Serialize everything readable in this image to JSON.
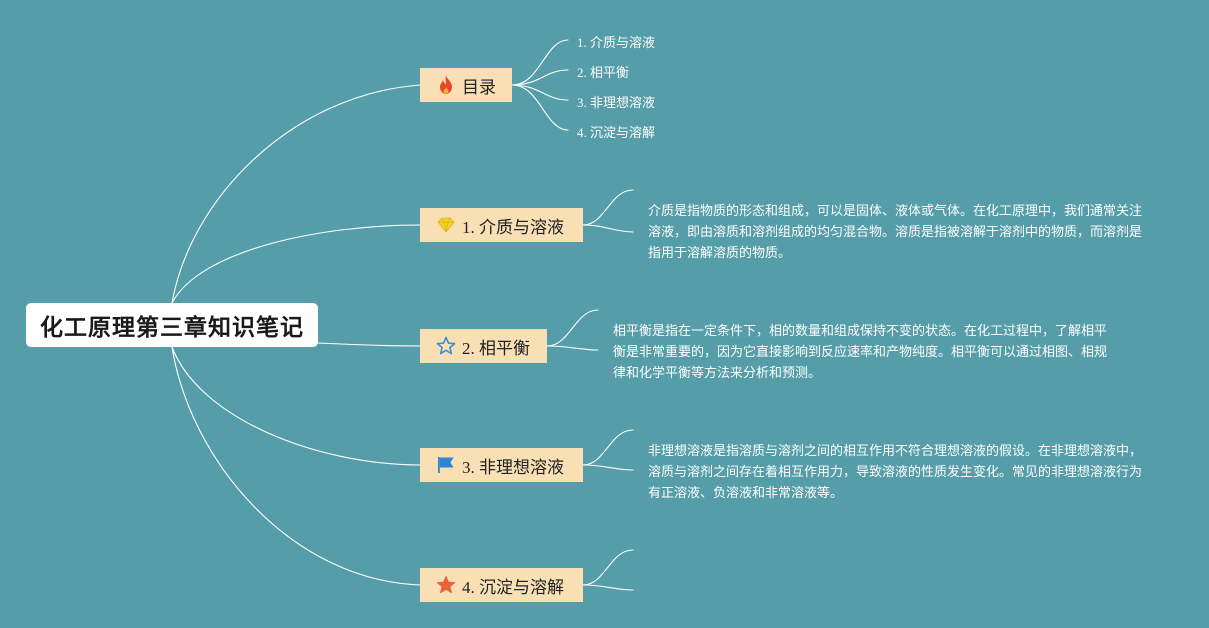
{
  "root": {
    "title": "化工原理第三章知识笔记"
  },
  "topics": [
    {
      "label": "目录",
      "icon": "fire-icon",
      "icon_color": "#e8452a"
    },
    {
      "label": "1. 介质与溶液",
      "icon": "diamond-icon",
      "icon_color": "#f5d327"
    },
    {
      "label": "2. 相平衡",
      "icon": "star-outline-icon",
      "icon_color": "#3b8fd6"
    },
    {
      "label": "3. 非理想溶液",
      "icon": "flag-icon",
      "icon_color": "#2c86d6"
    },
    {
      "label": "4. 沉淀与溶解",
      "icon": "star-icon",
      "icon_color": "#e8623a"
    }
  ],
  "toc": [
    "1. 介质与溶液",
    "2. 相平衡",
    "3. 非理想溶液",
    "4. 沉淀与溶解"
  ],
  "notes": {
    "medium": "介质是指物质的形态和组成，可以是固体、液体或气体。在化工原理中，我们通常关注溶液，即由溶质和溶剂组成的均匀混合物。溶质是指被溶解于溶剂中的物质，而溶剂是指用于溶解溶质的物质。",
    "equilibrium": "相平衡是指在一定条件下，相的数量和组成保持不变的状态。在化工过程中，了解相平衡是非常重要的，因为它直接影响到反应速率和产物纯度。相平衡可以通过相图、相规律和化学平衡等方法来分析和预测。",
    "nonideal": "非理想溶液是指溶质与溶剂之间的相互作用不符合理想溶液的假设。在非理想溶液中，溶质与溶剂之间存在着相互作用力，导致溶液的性质发生变化。常见的非理想溶液行为有正溶液、负溶液和非常溶液等。"
  },
  "colors": {
    "background": "#559da8",
    "topic_fill": "#f9e0b4",
    "line": "#ffffff"
  }
}
